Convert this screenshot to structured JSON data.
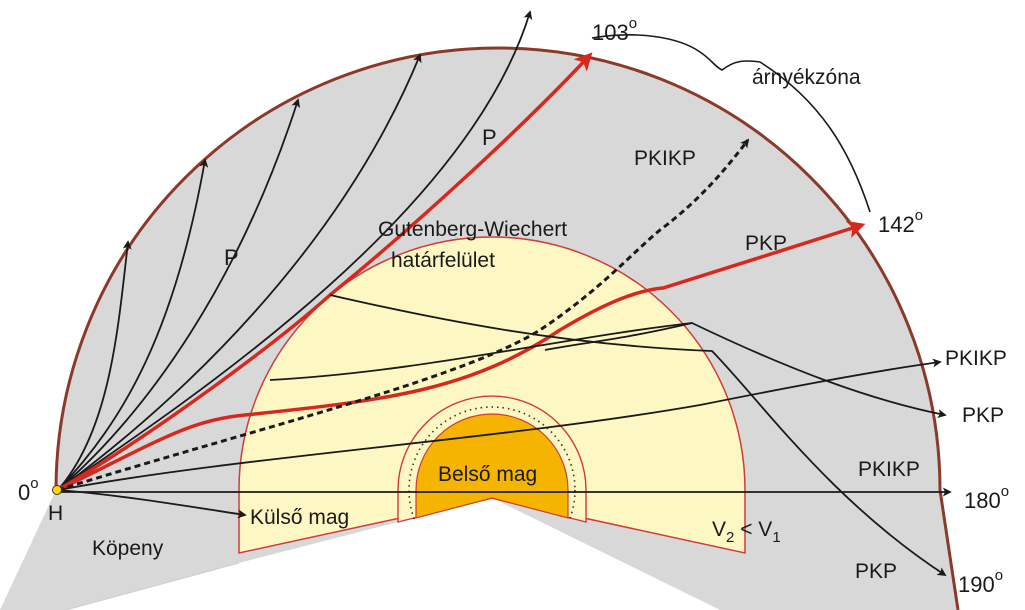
{
  "colors": {
    "mantle": "#d8d8d8",
    "outer_core": "#fdf7c4",
    "inner_core": "#f4b400",
    "surface_line": "#8b3a2a",
    "boundary_line": "#d23a3a",
    "ray_black": "#1a1a1a",
    "ray_red": "#d8281e",
    "focus": "#ffd800"
  },
  "labels": {
    "deg_0": "0",
    "deg_103": "103",
    "deg_142": "142",
    "deg_180": "180",
    "deg_190": "190",
    "deg_sup": "o",
    "source": "H",
    "shadow_zone": "árnyékzóna",
    "p_left": "P",
    "p_red": "P",
    "pkikp_top": "PKIKP",
    "pkp_red": "PKP",
    "boundary_line1": "Gutenberg-Wiechert",
    "boundary_line2": "határfelület",
    "inner_core": "Belső mag",
    "outer_core": "Külső mag",
    "mantle": "Köpeny",
    "pkikp_right_upper": "PKIKP",
    "pkp_right_upper": "PKP",
    "pkikp_right_lower": "PKIKP",
    "pkp_right_lower": "PKP",
    "velocity_v2": "V",
    "velocity_sub2": "2",
    "velocity_lt": " < ",
    "velocity_v1": "V",
    "velocity_sub1": "1"
  },
  "icons": {
    "arrowhead": "arrowhead-icon",
    "brace": "curly-brace-icon"
  }
}
